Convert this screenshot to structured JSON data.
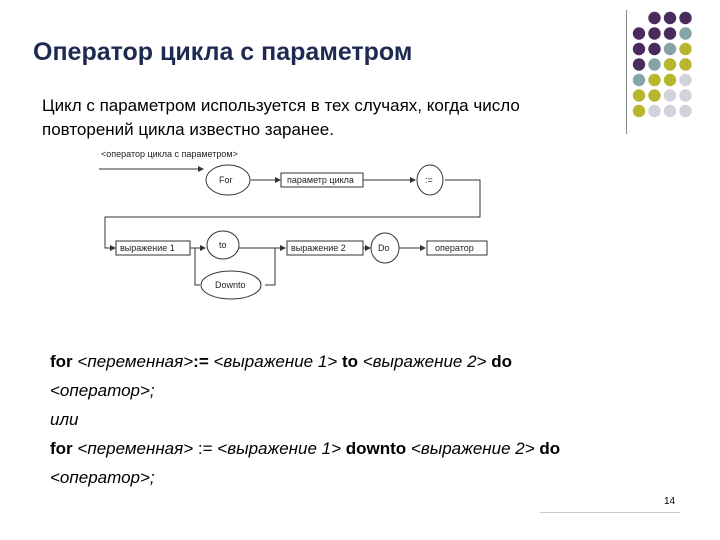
{
  "slide": {
    "title": "Оператор цикла с параметром",
    "intro_line1": "Цикл с параметром используется в тех случаях, когда число",
    "intro_line2": "повторений цикла известно заранее.",
    "page_number": "14"
  },
  "colors": {
    "title": "#1f2a52",
    "dot_purple": "#4b2a5e",
    "dot_teal": "#86a3a6",
    "dot_olive": "#b8b52e",
    "dot_gray": "#d2d2dc"
  },
  "diagram": {
    "header": "<оператор цикла с параметром>",
    "for_kw": "For",
    "param": "параметр цикла",
    "assign": ":=",
    "expr1": "выражение 1",
    "to_kw": "to",
    "expr2": "выражение 2",
    "do_kw": "Do",
    "statement": "оператор",
    "downto_kw": "Downto"
  },
  "syntax": {
    "l1_for": "for",
    "l1_var": "<переменная>",
    "l1_assign": ":=",
    "l1_expr1": "<выражение 1>",
    "l1_to": "to",
    "l1_expr2": "<выражение 2>",
    "l1_do": "do",
    "l2": "<оператор>;",
    "l3": "или",
    "l4_for": "for",
    "l4_var": "<переменная>",
    "l4_assign": ":=",
    "l4_expr1": "<выражение 1>",
    "l4_downto": "downto",
    "l4_expr2": "<выражение 2>",
    "l4_do": "do",
    "l5": "<оператор>;"
  }
}
